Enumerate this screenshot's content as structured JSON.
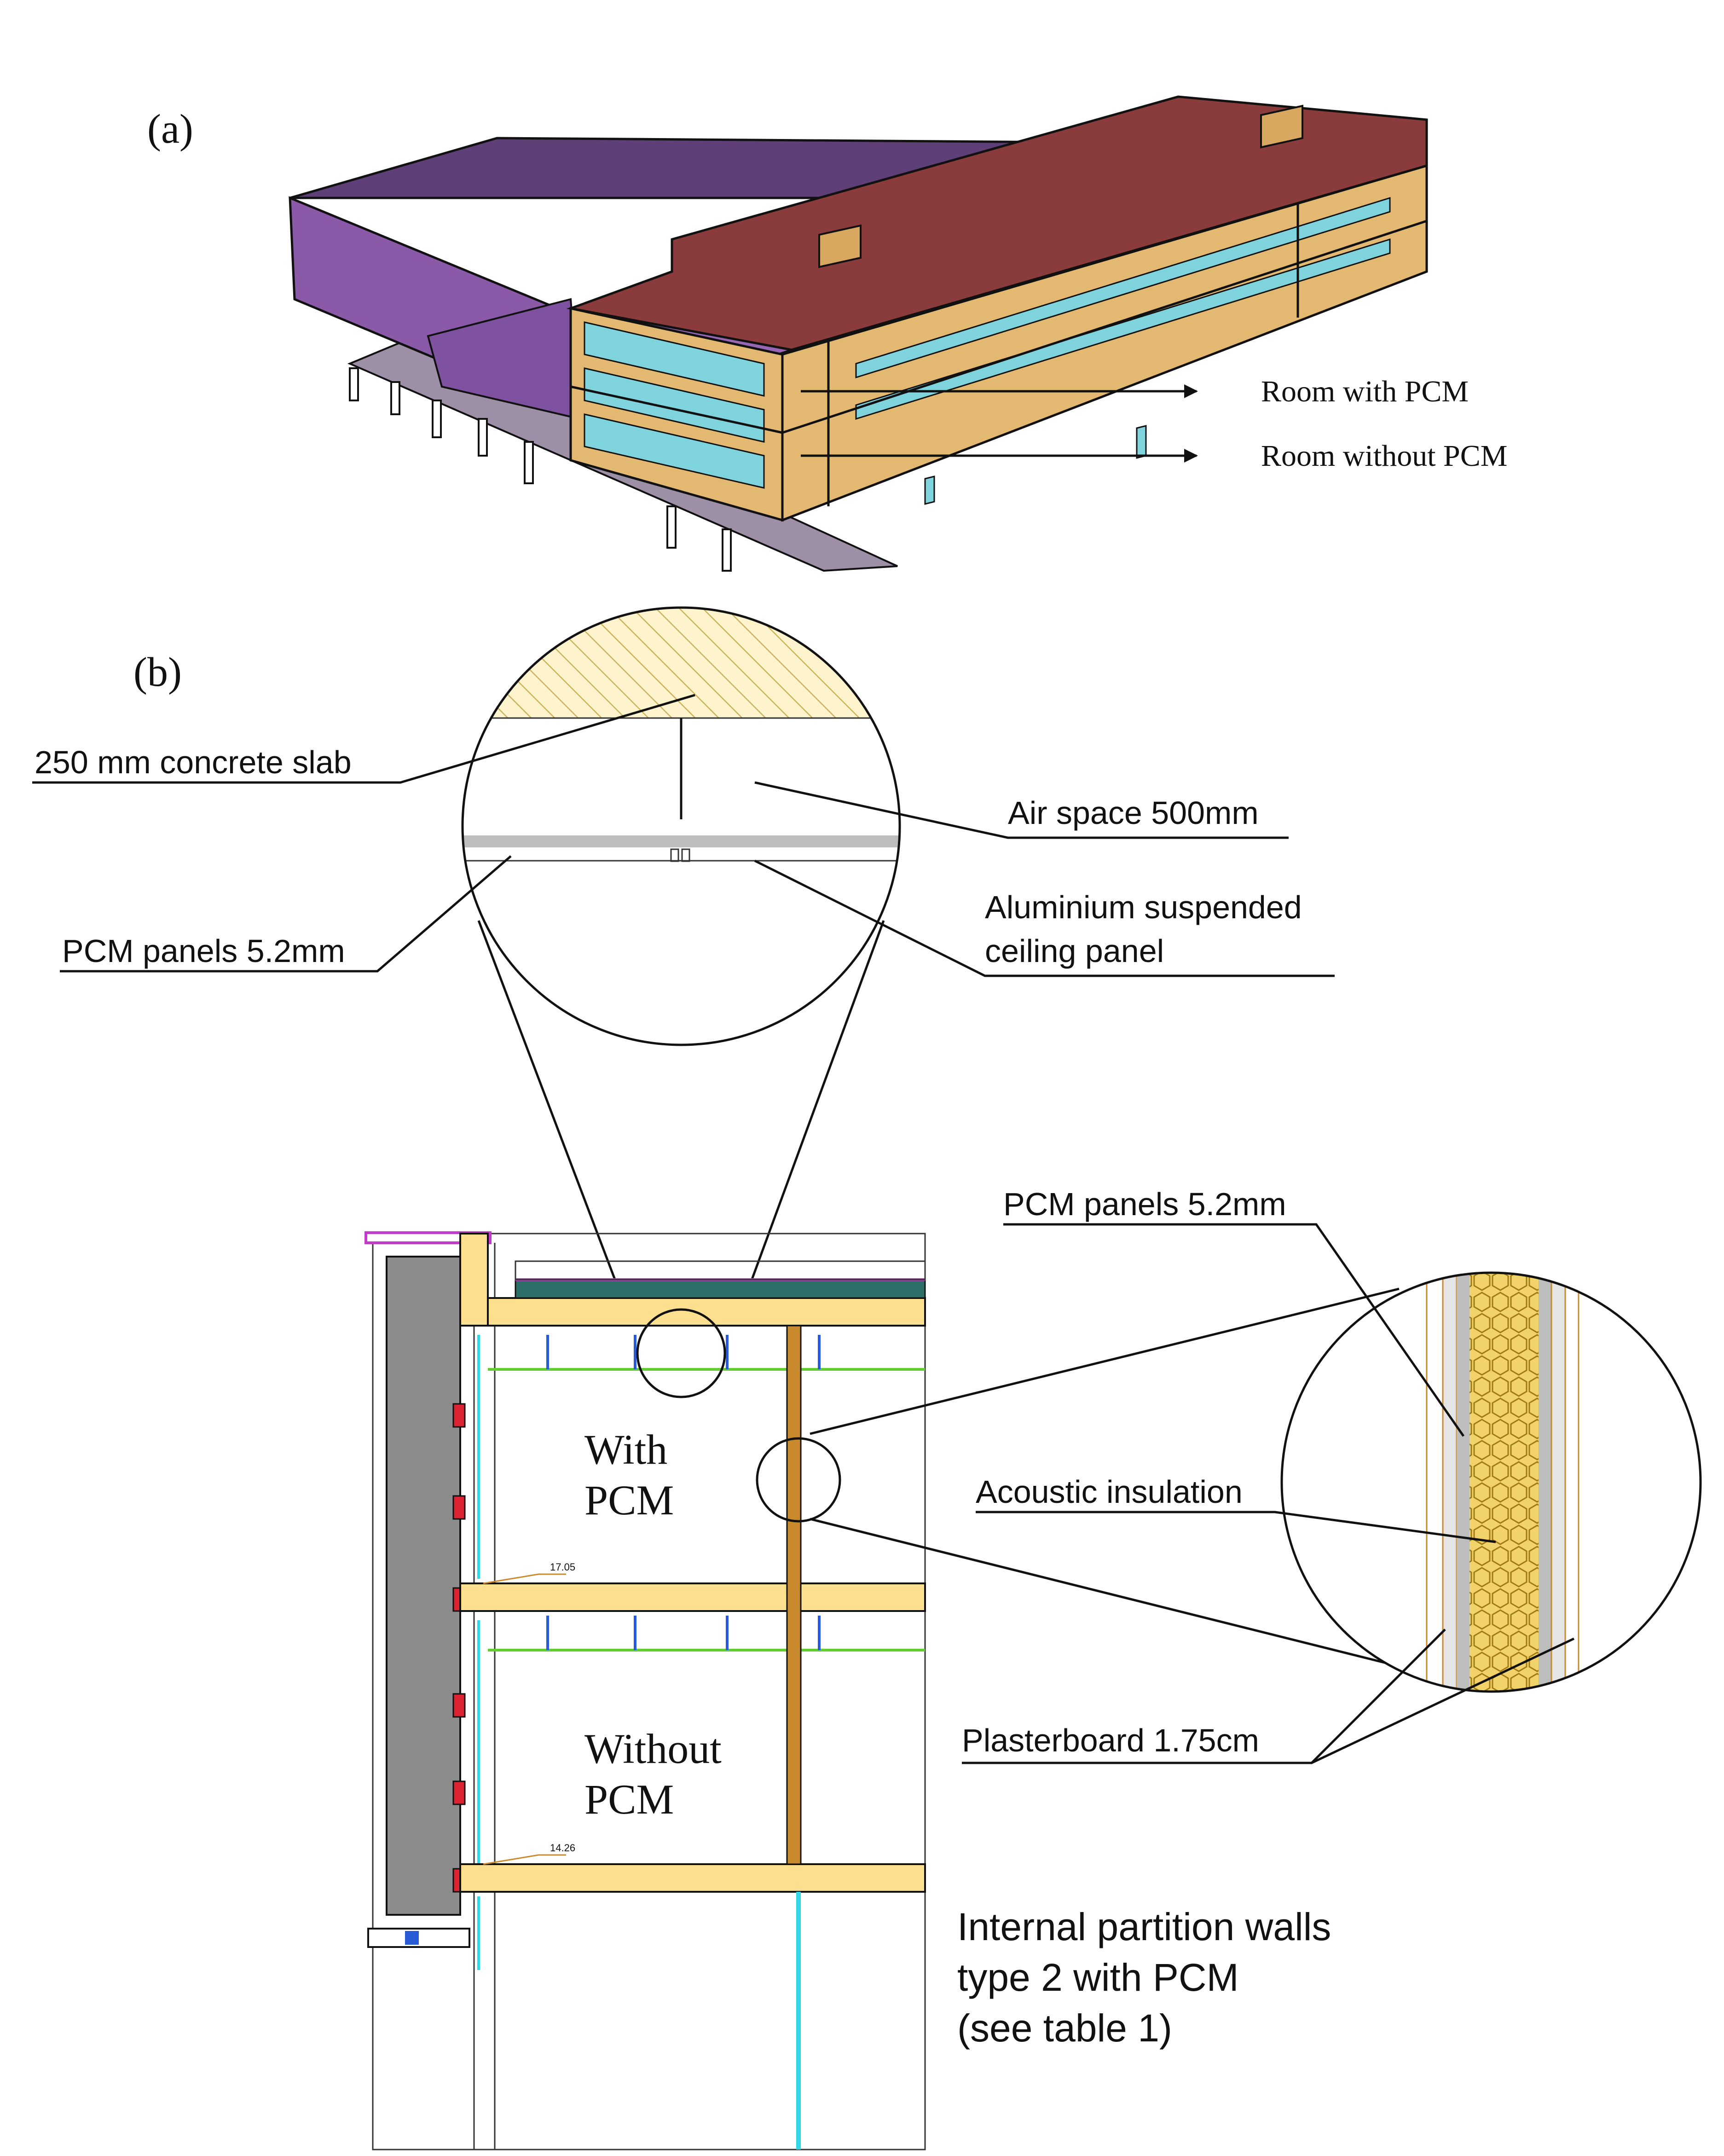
{
  "panel_a": {
    "label": "(a)",
    "callouts": {
      "room_with_pcm": "Room with PCM",
      "room_without_pcm": "Room without PCM"
    },
    "colors": {
      "block_purple": "#8a5aa8",
      "block_purple_dark": "#5e3f78",
      "roof_brown": "#8a3b3b",
      "facade_tan": "#e3b870",
      "glazing": "#7fd3dc",
      "walkway": "#9c8fa6"
    }
  },
  "panel_b": {
    "label": "(b)",
    "ceiling_detail": {
      "slab": "250 mm concrete slab",
      "air_space": "Air space 500mm",
      "pcm_panels": "PCM panels 5.2mm",
      "aluminium_line1": "Aluminium suspended",
      "aluminium_line2": "ceiling panel"
    },
    "section": {
      "room_with_line1": "With",
      "room_with_line2": "PCM",
      "room_without_line1": "Without",
      "room_without_line2": "PCM",
      "level_upper": "17.05",
      "level_lower": "14.26"
    },
    "wall_detail": {
      "pcm_panels": "PCM panels 5.2mm",
      "acoustic": "Acoustic insulation",
      "plasterboard": "Plasterboard 1.75cm"
    },
    "note": {
      "line1": "Internal partition walls",
      "line2": "type 2 with PCM",
      "line3": "(see table 1)"
    },
    "colors": {
      "slab_yellow": "#fcdf8f",
      "column_orange": "#c98a2e",
      "glass_cyan": "#32d7e6",
      "wall_grey": "#8c8c8c",
      "panel_grey": "#bdbdbd",
      "insulation_yellow": "#f1d36a"
    }
  }
}
